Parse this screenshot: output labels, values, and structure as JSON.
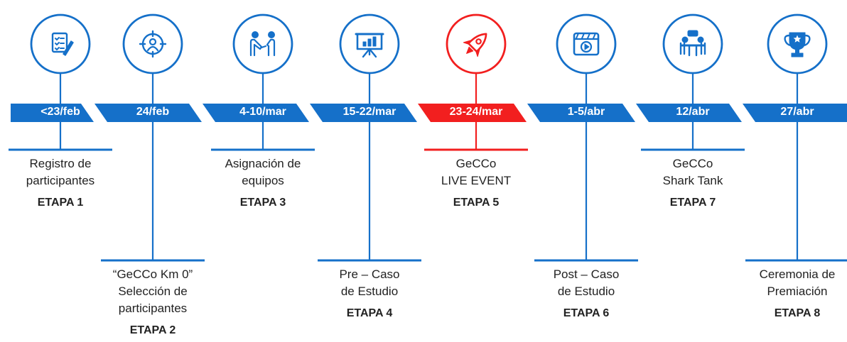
{
  "colors": {
    "primary": "#1570c9",
    "accent": "#f21f1f",
    "text": "#222222"
  },
  "stages": [
    {
      "date": "<23/feb",
      "desc": [
        "Registro de",
        "participantes"
      ],
      "label": "ETAPA 1",
      "icon": "checklist-icon",
      "highlight": false
    },
    {
      "date": "24/feb",
      "desc": [
        "“GeCCo Km 0”",
        "Selección de",
        "participantes"
      ],
      "label": "ETAPA 2",
      "icon": "target-person-icon",
      "highlight": false
    },
    {
      "date": "4-10/mar",
      "desc": [
        "Asignación de",
        "equipos"
      ],
      "label": "ETAPA 3",
      "icon": "handshake-icon",
      "highlight": false
    },
    {
      "date": "15-22/mar",
      "desc": [
        "Pre – Caso",
        "de Estudio"
      ],
      "label": "ETAPA 4",
      "icon": "presentation-board-icon",
      "highlight": false
    },
    {
      "date": "23-24/mar",
      "desc": [
        "GeCCo",
        "LIVE EVENT"
      ],
      "label": "ETAPA 5",
      "icon": "rocket-icon",
      "highlight": true
    },
    {
      "date": "1-5/abr",
      "desc": [
        "Post – Caso",
        "de Estudio"
      ],
      "label": "ETAPA 6",
      "icon": "video-player-icon",
      "highlight": false
    },
    {
      "date": "12/abr",
      "desc": [
        "GeCCo",
        "Shark Tank"
      ],
      "label": "ETAPA 7",
      "icon": "meeting-icon",
      "highlight": false
    },
    {
      "date": "27/abr",
      "desc": [
        "Ceremonia de",
        "Premiación"
      ],
      "label": "ETAPA 8",
      "icon": "trophy-icon",
      "highlight": false
    }
  ]
}
